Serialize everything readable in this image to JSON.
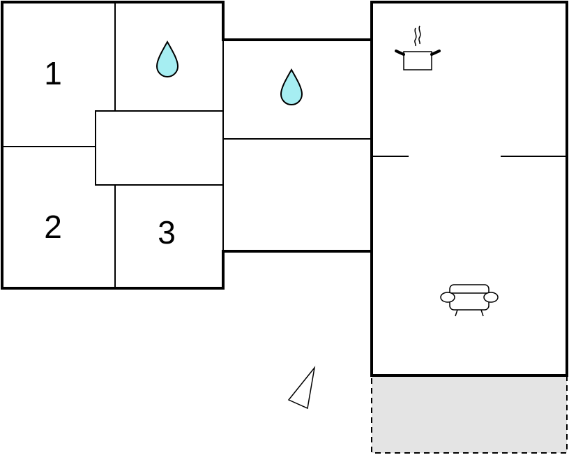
{
  "floorplan": {
    "rooms": [
      {
        "label": "1",
        "type": "bedroom"
      },
      {
        "label": "2",
        "type": "bedroom"
      },
      {
        "label": "3",
        "type": "bedroom"
      }
    ],
    "icons": [
      {
        "name": "water-drop-icon",
        "meaning": "bathroom"
      },
      {
        "name": "water-drop-icon",
        "meaning": "bathroom"
      },
      {
        "name": "cooking-pot-icon",
        "meaning": "kitchen"
      },
      {
        "name": "armchair-icon",
        "meaning": "living room"
      },
      {
        "name": "north-arrow-icon",
        "meaning": "orientation"
      }
    ],
    "colors": {
      "walls": "#000000",
      "water": "#a6eef2",
      "terrace_fill": "#e4e4e4",
      "background": "#ffffff"
    }
  }
}
